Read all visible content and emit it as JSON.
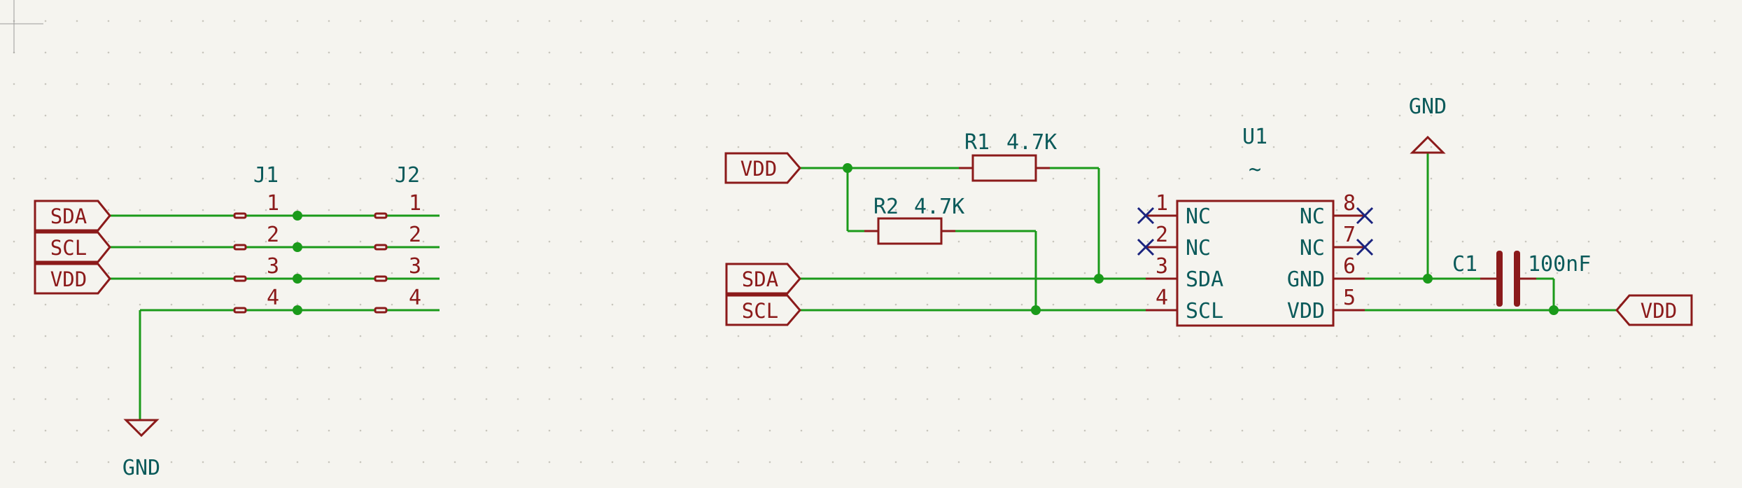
{
  "schematic": {
    "connectors": [
      {
        "ref": "J1",
        "pins": [
          "1",
          "2",
          "3",
          "4"
        ]
      },
      {
        "ref": "J2",
        "pins": [
          "1",
          "2",
          "3",
          "4"
        ]
      }
    ],
    "left_labels": [
      "SDA",
      "SCL",
      "VDD"
    ],
    "left_power": "GND",
    "resistors": [
      {
        "ref": "R1",
        "value": "4.7K"
      },
      {
        "ref": "R2",
        "value": "4.7K"
      }
    ],
    "ic": {
      "ref": "U1",
      "value": "~",
      "left_pins": [
        {
          "num": "1",
          "name": "NC"
        },
        {
          "num": "2",
          "name": "NC"
        },
        {
          "num": "3",
          "name": "SDA"
        },
        {
          "num": "4",
          "name": "SCL"
        }
      ],
      "right_pins": [
        {
          "num": "8",
          "name": "NC"
        },
        {
          "num": "7",
          "name": "NC"
        },
        {
          "num": "6",
          "name": "GND"
        },
        {
          "num": "5",
          "name": "VDD"
        }
      ]
    },
    "capacitor": {
      "ref": "C1",
      "value": "100nF"
    },
    "right_labels": {
      "vdd_top": "VDD",
      "sda": "SDA",
      "scl": "SCL",
      "vdd_right": "VDD"
    },
    "right_power": "GND"
  }
}
